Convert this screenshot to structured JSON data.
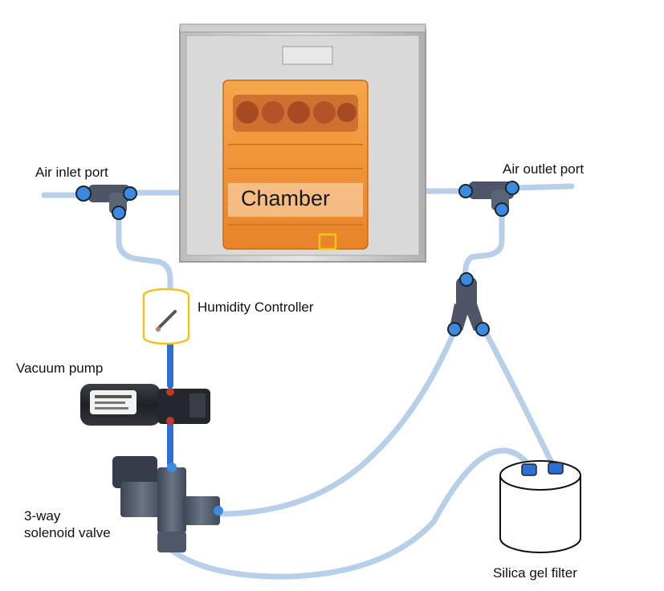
{
  "labels": {
    "chamber": "Chamber",
    "air_inlet": "Air inlet port",
    "air_outlet": "Air outlet port",
    "humidity_controller": "Humidity Controller",
    "vacuum_pump": "Vacuum pump",
    "solenoid_valve_line1": "3-way",
    "solenoid_valve_line2": "solenoid valve",
    "silica_gel_filter": "Silica gel filter"
  },
  "colors": {
    "tube": "#b7cfe8",
    "tube_active": "#2f6fd1",
    "humidity_outline": "#f0c419",
    "crate": "#f0902a",
    "chamber_frame": "#c9c9c9",
    "fitting": "#4d5566",
    "fitting_ring": "#3a8be0"
  }
}
